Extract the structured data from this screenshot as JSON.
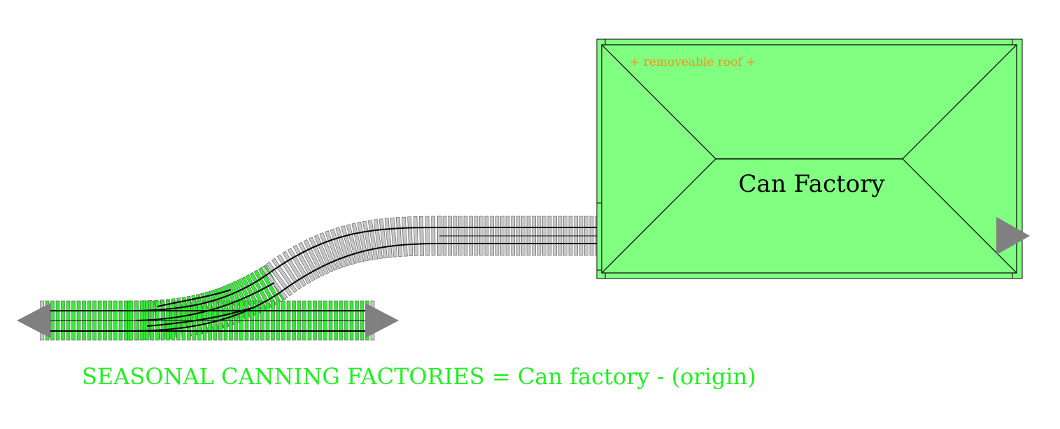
{
  "building": {
    "name": "Can Factory",
    "roof_note": "+ removeable roof +",
    "fill_color": "#80ff80",
    "note_color": "#ff8c1a"
  },
  "caption": {
    "text": "SEASONAL CANNING FACTORIES = Can factory - (origin)",
    "color": "#22ee22"
  },
  "track": {
    "highlight_color": "#33ee33",
    "tie_color": "#c8c8c8",
    "arrow_color": "#808080"
  }
}
